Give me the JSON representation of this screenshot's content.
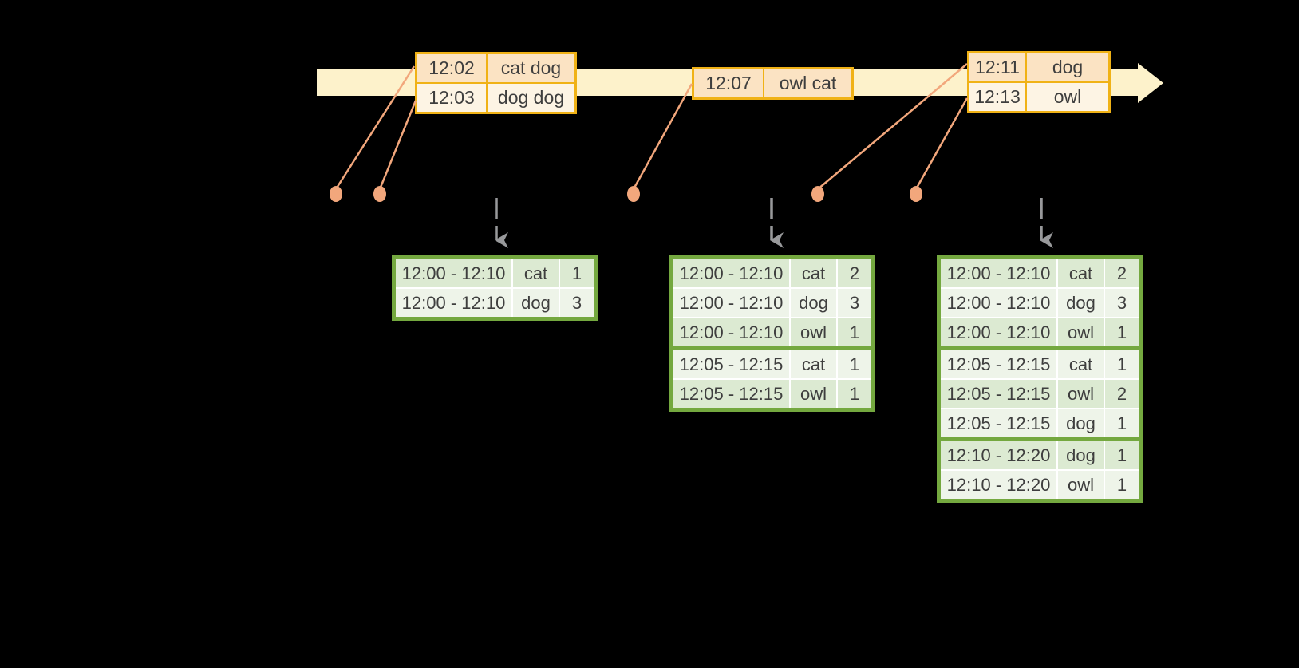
{
  "colors": {
    "background": "#000000",
    "timeline_band": "#fdf2cb",
    "event_table_border": "#f0b216",
    "event_row_odd": "#fbe3c3",
    "event_row_even": "#fdf4e4",
    "result_table_border": "#74a83f",
    "result_row_odd": "#dcead2",
    "result_row_even": "#eef4e9",
    "connector": "#f2a77c",
    "trigger_arrow": "#98999b",
    "text": "#3e3e3e"
  },
  "timeline": {
    "event_tables": [
      {
        "rows": [
          {
            "time": "12:02",
            "words": "cat dog"
          },
          {
            "time": "12:03",
            "words": "dog dog"
          }
        ]
      },
      {
        "rows": [
          {
            "time": "12:07",
            "words": "owl cat"
          }
        ]
      },
      {
        "rows": [
          {
            "time": "12:11",
            "words": "dog"
          },
          {
            "time": "12:13",
            "words": "owl"
          }
        ]
      }
    ]
  },
  "result_tables": [
    {
      "groups": [
        {
          "rows": [
            {
              "window": "12:00 - 12:10",
              "word": "cat",
              "count": "1"
            },
            {
              "window": "12:00 - 12:10",
              "word": "dog",
              "count": "3"
            }
          ]
        }
      ]
    },
    {
      "groups": [
        {
          "rows": [
            {
              "window": "12:00 - 12:10",
              "word": "cat",
              "count": "2"
            },
            {
              "window": "12:00 - 12:10",
              "word": "dog",
              "count": "3"
            },
            {
              "window": "12:00 - 12:10",
              "word": "owl",
              "count": "1"
            }
          ]
        },
        {
          "rows": [
            {
              "window": "12:05 - 12:15",
              "word": "cat",
              "count": "1"
            },
            {
              "window": "12:05 - 12:15",
              "word": "owl",
              "count": "1"
            }
          ]
        }
      ]
    },
    {
      "groups": [
        {
          "rows": [
            {
              "window": "12:00 - 12:10",
              "word": "cat",
              "count": "2"
            },
            {
              "window": "12:00 - 12:10",
              "word": "dog",
              "count": "3"
            },
            {
              "window": "12:00 - 12:10",
              "word": "owl",
              "count": "1"
            }
          ]
        },
        {
          "rows": [
            {
              "window": "12:05 - 12:15",
              "word": "cat",
              "count": "1"
            },
            {
              "window": "12:05 - 12:15",
              "word": "owl",
              "count": "2"
            },
            {
              "window": "12:05 - 12:15",
              "word": "dog",
              "count": "1"
            }
          ]
        },
        {
          "rows": [
            {
              "window": "12:10 - 12:20",
              "word": "dog",
              "count": "1"
            },
            {
              "window": "12:10 - 12:20",
              "word": "owl",
              "count": "1"
            }
          ]
        }
      ]
    }
  ]
}
